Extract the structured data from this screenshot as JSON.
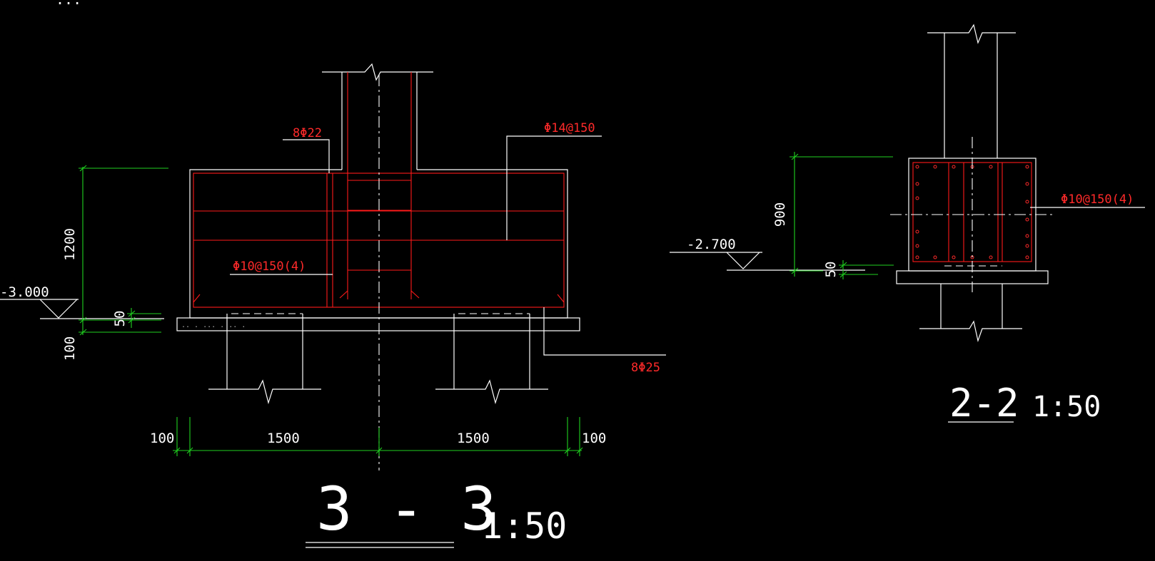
{
  "top_note": "...",
  "section_3_3": {
    "title": "3 - 3",
    "scale": "1:50",
    "elevation": "-3.000",
    "rebar_labels": {
      "top_bars": "8Φ22",
      "side_bars": "Φ14@150",
      "stirrups": "Φ10@150(4)",
      "bottom_bars": "8Φ25"
    },
    "vertical_dims": {
      "height": "1200",
      "cushion": "50",
      "bedding": "100"
    },
    "horizontal_dims": [
      "100",
      "1500",
      "1500",
      "100"
    ]
  },
  "section_2_2": {
    "title": "2-2",
    "scale": "1:50",
    "elevation": "-2.700",
    "rebar_labels": {
      "stirrups": "Φ10@150(4)"
    },
    "vertical_dims": {
      "height": "900",
      "cushion": "50"
    }
  },
  "colors": {
    "background": "#000000",
    "outline": "#ffffff",
    "rebar": "#ff1a1a",
    "dimension": "#1fd11f"
  }
}
